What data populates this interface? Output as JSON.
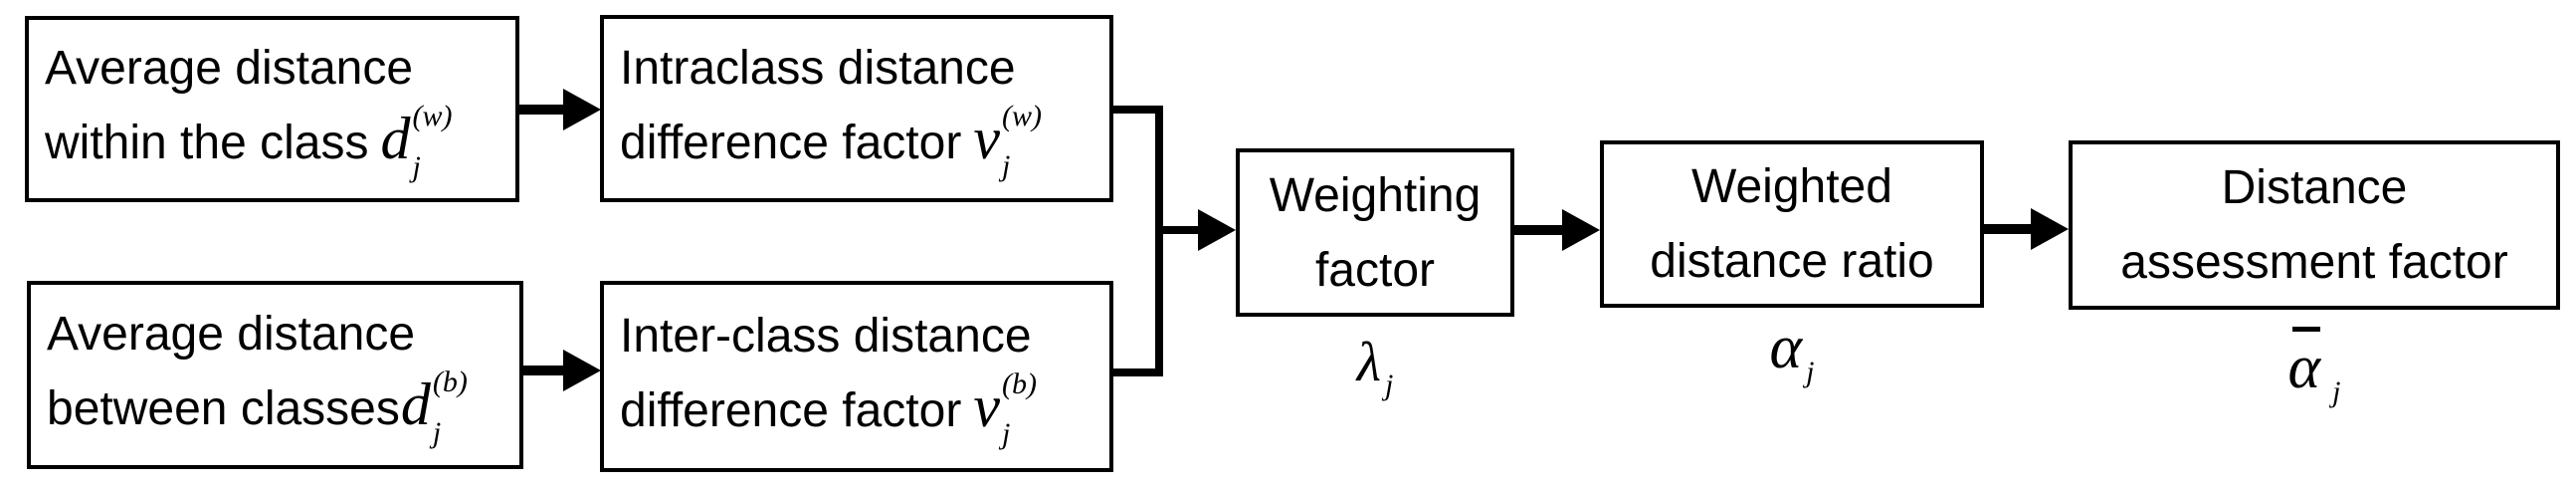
{
  "title": "Distance assessment factor flow diagram",
  "colors": {
    "background": "#ffffff",
    "line": "#000000",
    "box_fill": "#ffffff",
    "text": "#000000"
  },
  "boxes": [
    {
      "id": "average-distance-within-class",
      "line1": "Average distance",
      "line2": "within the class",
      "math": {
        "base": "d",
        "sup": "(w)",
        "sub": "j"
      }
    },
    {
      "id": "average-distance-between-classes",
      "line1": "Average distance",
      "line2": "between classes",
      "math": {
        "base": "d",
        "sup": "(b)",
        "sub": "j"
      }
    },
    {
      "id": "intraclass-distance-difference-factor",
      "line1": "Intraclass distance",
      "line2": "difference factor",
      "math": {
        "base": "v",
        "sup": "(w)",
        "sub": "j"
      }
    },
    {
      "id": "interclass-distance-difference-factor",
      "line1": "Inter-class distance",
      "line2": "difference factor",
      "math": {
        "base": "v",
        "sup": "(b)",
        "sub": "j"
      }
    },
    {
      "id": "weighting-factor",
      "line1": "Weighting",
      "line2": "factor",
      "symbol": {
        "base": "λ",
        "sub": "j",
        "overbar": false
      }
    },
    {
      "id": "weighted-distance-ratio",
      "line1": "Weighted",
      "line2": "distance ratio",
      "symbol": {
        "base": "α",
        "sub": "j",
        "overbar": false
      }
    },
    {
      "id": "distance-assessment-factor",
      "line1": "Distance",
      "line2": "assessment factor",
      "symbol": {
        "base": "α",
        "sub": "j",
        "overbar": true
      }
    }
  ],
  "connectors": [
    {
      "from": "average-distance-within-class",
      "to": "intraclass-distance-difference-factor",
      "type": "arrow"
    },
    {
      "from": "average-distance-between-classes",
      "to": "interclass-distance-difference-factor",
      "type": "arrow"
    },
    {
      "from": "intraclass-distance-difference-factor",
      "to": "weighting-factor",
      "type": "merge-arrow"
    },
    {
      "from": "interclass-distance-difference-factor",
      "to": "weighting-factor",
      "type": "merge-arrow"
    },
    {
      "from": "weighting-factor",
      "to": "weighted-distance-ratio",
      "type": "arrow"
    },
    {
      "from": "weighted-distance-ratio",
      "to": "distance-assessment-factor",
      "type": "arrow"
    }
  ]
}
